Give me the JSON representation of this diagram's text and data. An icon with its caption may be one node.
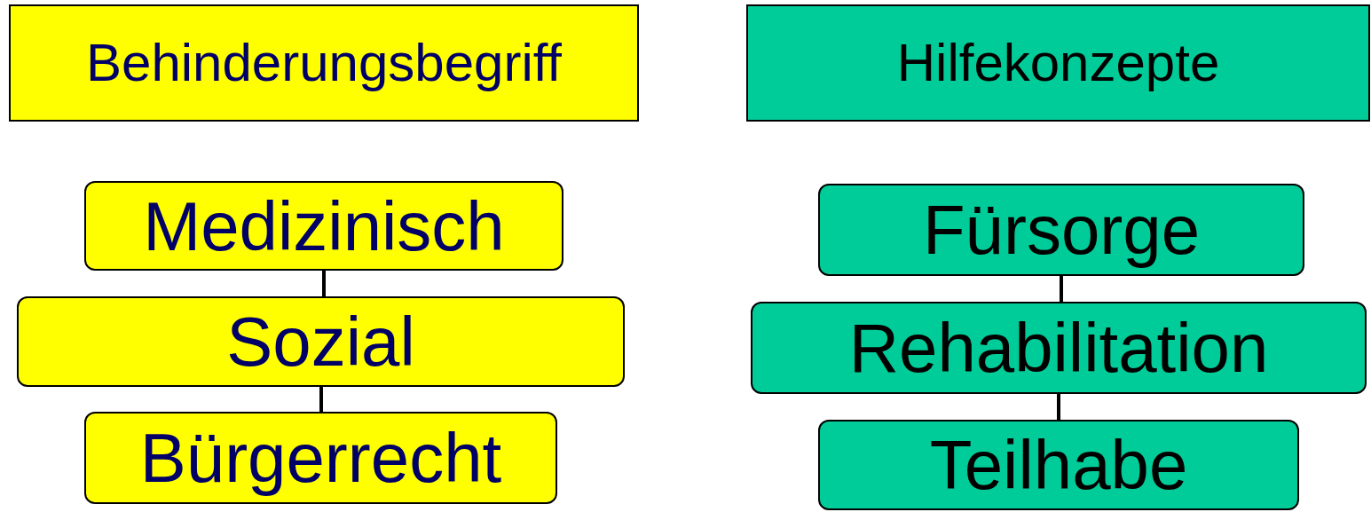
{
  "diagram": {
    "nodes": [
      {
        "text": [
          "Behinderungsbegriff"
        ]
      },
      {
        "text": [
          "Hilfekonzepte"
        ]
      },
      {
        "text": [
          "Medizinisch"
        ]
      },
      {
        "text": [
          "Sozial"
        ]
      },
      {
        "text": [
          "Bürgerrecht"
        ]
      },
      {
        "text": [
          "Fürsorge"
        ]
      },
      {
        "text": [
          "Rehabilitation"
        ]
      },
      {
        "text": [
          "Teilhabe"
        ]
      }
    ],
    "edges": [
      {
        "from": 2,
        "to": 3,
        "arrow": "none"
      },
      {
        "from": 3,
        "to": 4,
        "arrow": "none"
      },
      {
        "from": 5,
        "to": 6,
        "arrow": "none"
      },
      {
        "from": 6,
        "to": 7,
        "arrow": "none"
      }
    ]
  }
}
